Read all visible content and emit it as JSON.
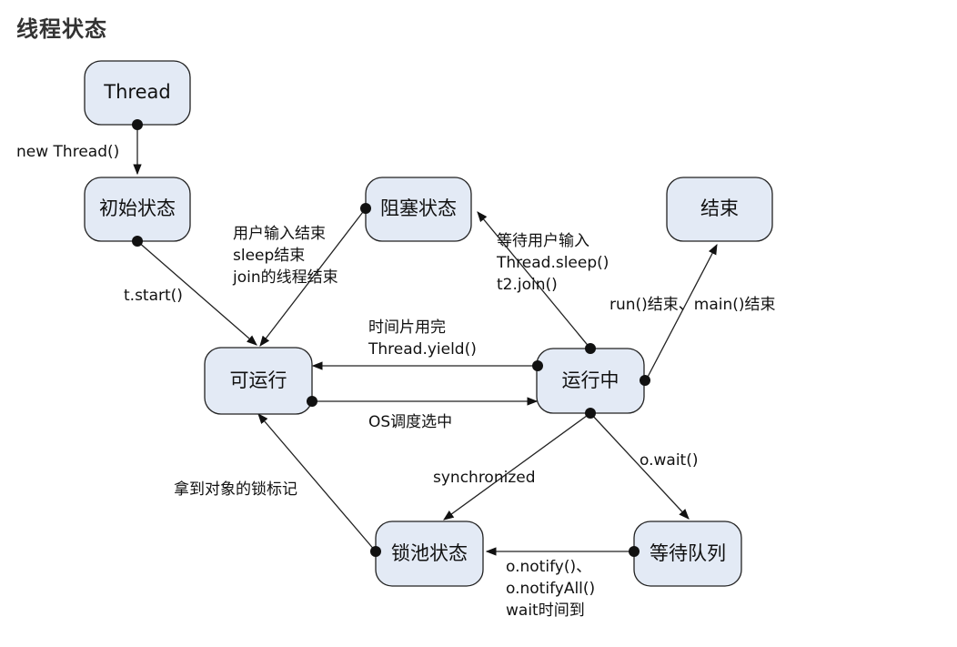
{
  "title": "线程状态",
  "nodes": {
    "thread": "Thread",
    "init": "初始状态",
    "blocked": "阻塞状态",
    "end": "结束",
    "runnable": "可运行",
    "running": "运行中",
    "lockpool": "锁池状态",
    "waitqueue": "等待队列"
  },
  "labels": {
    "new_thread": "new Thread()",
    "t_start": "t.start()",
    "blocked_back": [
      "用户输入结束",
      "sleep结束",
      "join的线程结束"
    ],
    "to_blocked": [
      "等待用户输入",
      "Thread.sleep()",
      "t2.join()"
    ],
    "to_end": "run()结束、main()结束",
    "yield": [
      "时间片用完",
      "Thread.yield()"
    ],
    "schedule": "OS调度选中",
    "synchronized": "synchronized",
    "o_wait": "o.wait()",
    "got_lock": "拿到对象的锁标记",
    "notify": [
      "o.notify()、",
      "o.notifyAll()",
      "wait时间到"
    ]
  }
}
